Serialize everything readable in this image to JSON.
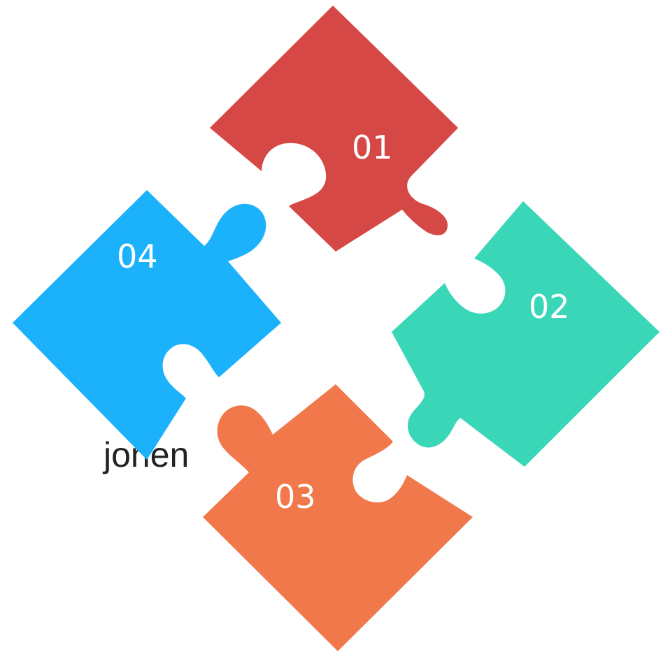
{
  "pieces": [
    {
      "id": "p1",
      "label": "01",
      "color": "#D64845"
    },
    {
      "id": "p2",
      "label": "02",
      "color": "#3AD6B8"
    },
    {
      "id": "p3",
      "label": "03",
      "color": "#F0784B"
    },
    {
      "id": "p4",
      "label": "04",
      "color": "#1CB2FB"
    }
  ],
  "side_text": "jonen",
  "background": "#FFFFFF"
}
